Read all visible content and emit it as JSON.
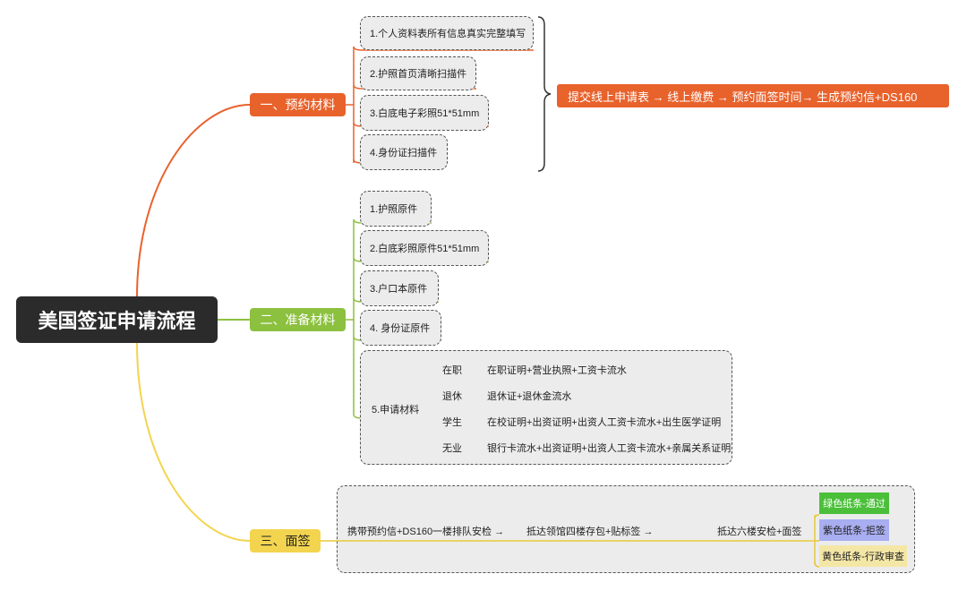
{
  "root": {
    "title": "美国签证申请流程"
  },
  "branch1": {
    "label": "一、预约材料",
    "items": [
      "1.个人资料表所有信息真实完整填写",
      "2.护照首页清晰扫描件",
      "3.白底电子彩照51*51mm",
      "4.身份证扫描件"
    ],
    "process": "提交线上申请表 →  线上缴费   → 预约面签时间→  生成预约信+DS160"
  },
  "branch2": {
    "label": "二、准备材料",
    "items": [
      "1.护照原件",
      "2.白底彩照原件51*51mm",
      "3.户口本原件",
      "4. 身份证原件"
    ],
    "app": {
      "label": "5.申请材料",
      "rows": [
        {
          "cat": "在职",
          "docs": "在职证明+营业执照+工资卡流水"
        },
        {
          "cat": "退休",
          "docs": "退休证+退休金流水"
        },
        {
          "cat": "学生",
          "docs": "在校证明+出资证明+出资人工资卡流水+出生医学证明"
        },
        {
          "cat": "无业",
          "docs": "银行卡流水+出资证明+出资人工资卡流水+亲属关系证明"
        }
      ]
    }
  },
  "branch3": {
    "label": "三、面签",
    "steps": [
      "携带预约信+DS160一楼排队安检  →",
      "抵达领馆四楼存包+贴标签  →",
      "抵达六楼安检+面签"
    ],
    "results": [
      "绿色纸条-通过",
      "紫色纸条-拒签",
      "黄色纸条-行政审查"
    ]
  },
  "colors": {
    "root": "#2b2b2b",
    "branch1": "#e8622c",
    "branch2": "#8cc03f",
    "branch3": "#f3d44f"
  }
}
